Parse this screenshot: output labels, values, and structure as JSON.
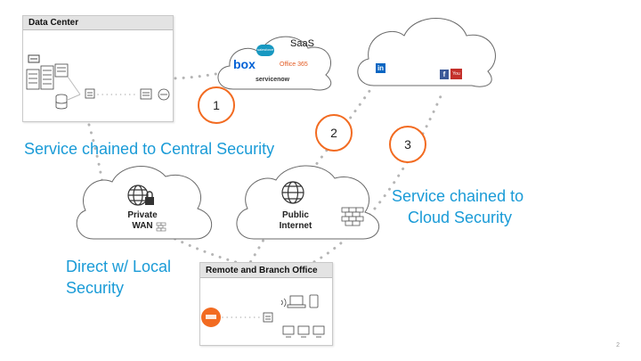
{
  "data_center": {
    "title": "Data Center"
  },
  "saas": {
    "label": "SaaS",
    "logos": [
      "salesforce",
      "box",
      "Office 365",
      "servicenow"
    ]
  },
  "social": {
    "logos": [
      "in",
      "f",
      "You"
    ]
  },
  "clouds": {
    "private": {
      "line1": "Private",
      "line2": "WAN"
    },
    "public": {
      "line1": "Public",
      "line2": "Internet"
    }
  },
  "branch": {
    "title": "Remote and Branch Office"
  },
  "paths": [
    "1",
    "2",
    "3"
  ],
  "captions": {
    "central": "Service chained to Central Security",
    "cloud_line1": "Service chained to",
    "cloud_line2": "Cloud Security",
    "local_line1": "Direct w/ Local",
    "local_line2": "Security"
  },
  "page_number": "2",
  "colors": {
    "accent_blue": "#1a9bd7",
    "path_orange": "#f26b21",
    "dots_gray": "#b5b5b5"
  }
}
